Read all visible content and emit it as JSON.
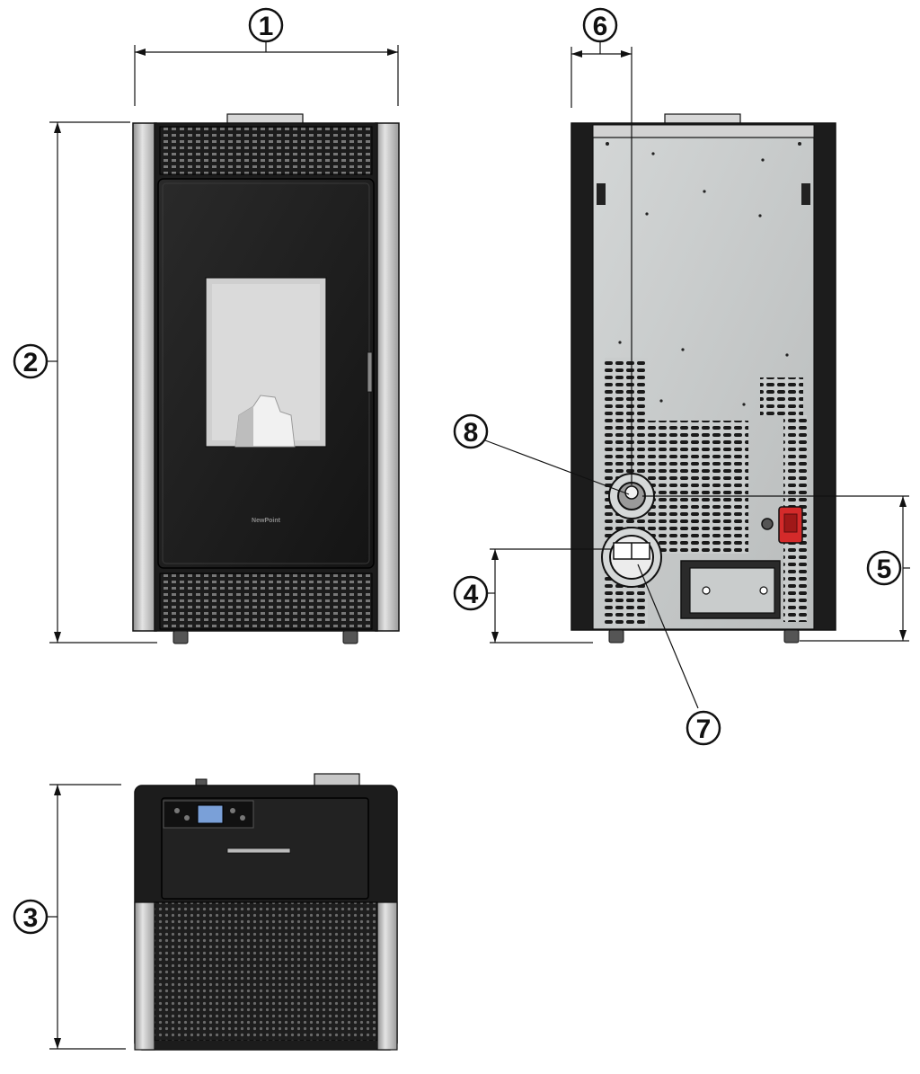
{
  "diagram": {
    "callouts": [
      {
        "id": "1",
        "label": "1"
      },
      {
        "id": "2",
        "label": "2"
      },
      {
        "id": "3",
        "label": "3"
      },
      {
        "id": "4",
        "label": "4"
      },
      {
        "id": "5",
        "label": "5"
      },
      {
        "id": "6",
        "label": "6"
      },
      {
        "id": "7",
        "label": "7"
      },
      {
        "id": "8",
        "label": "8"
      }
    ],
    "front_view": {
      "brand_label": "NewPoint"
    }
  },
  "colors": {
    "ink": "#111111",
    "body_black": "#1c1c1c",
    "silver": "#bfbfbf",
    "back_panel": "#c9cccc",
    "glass": "#cfcfcf",
    "lcd": "#7aa0d8",
    "switch_red": "#d42a2a"
  }
}
